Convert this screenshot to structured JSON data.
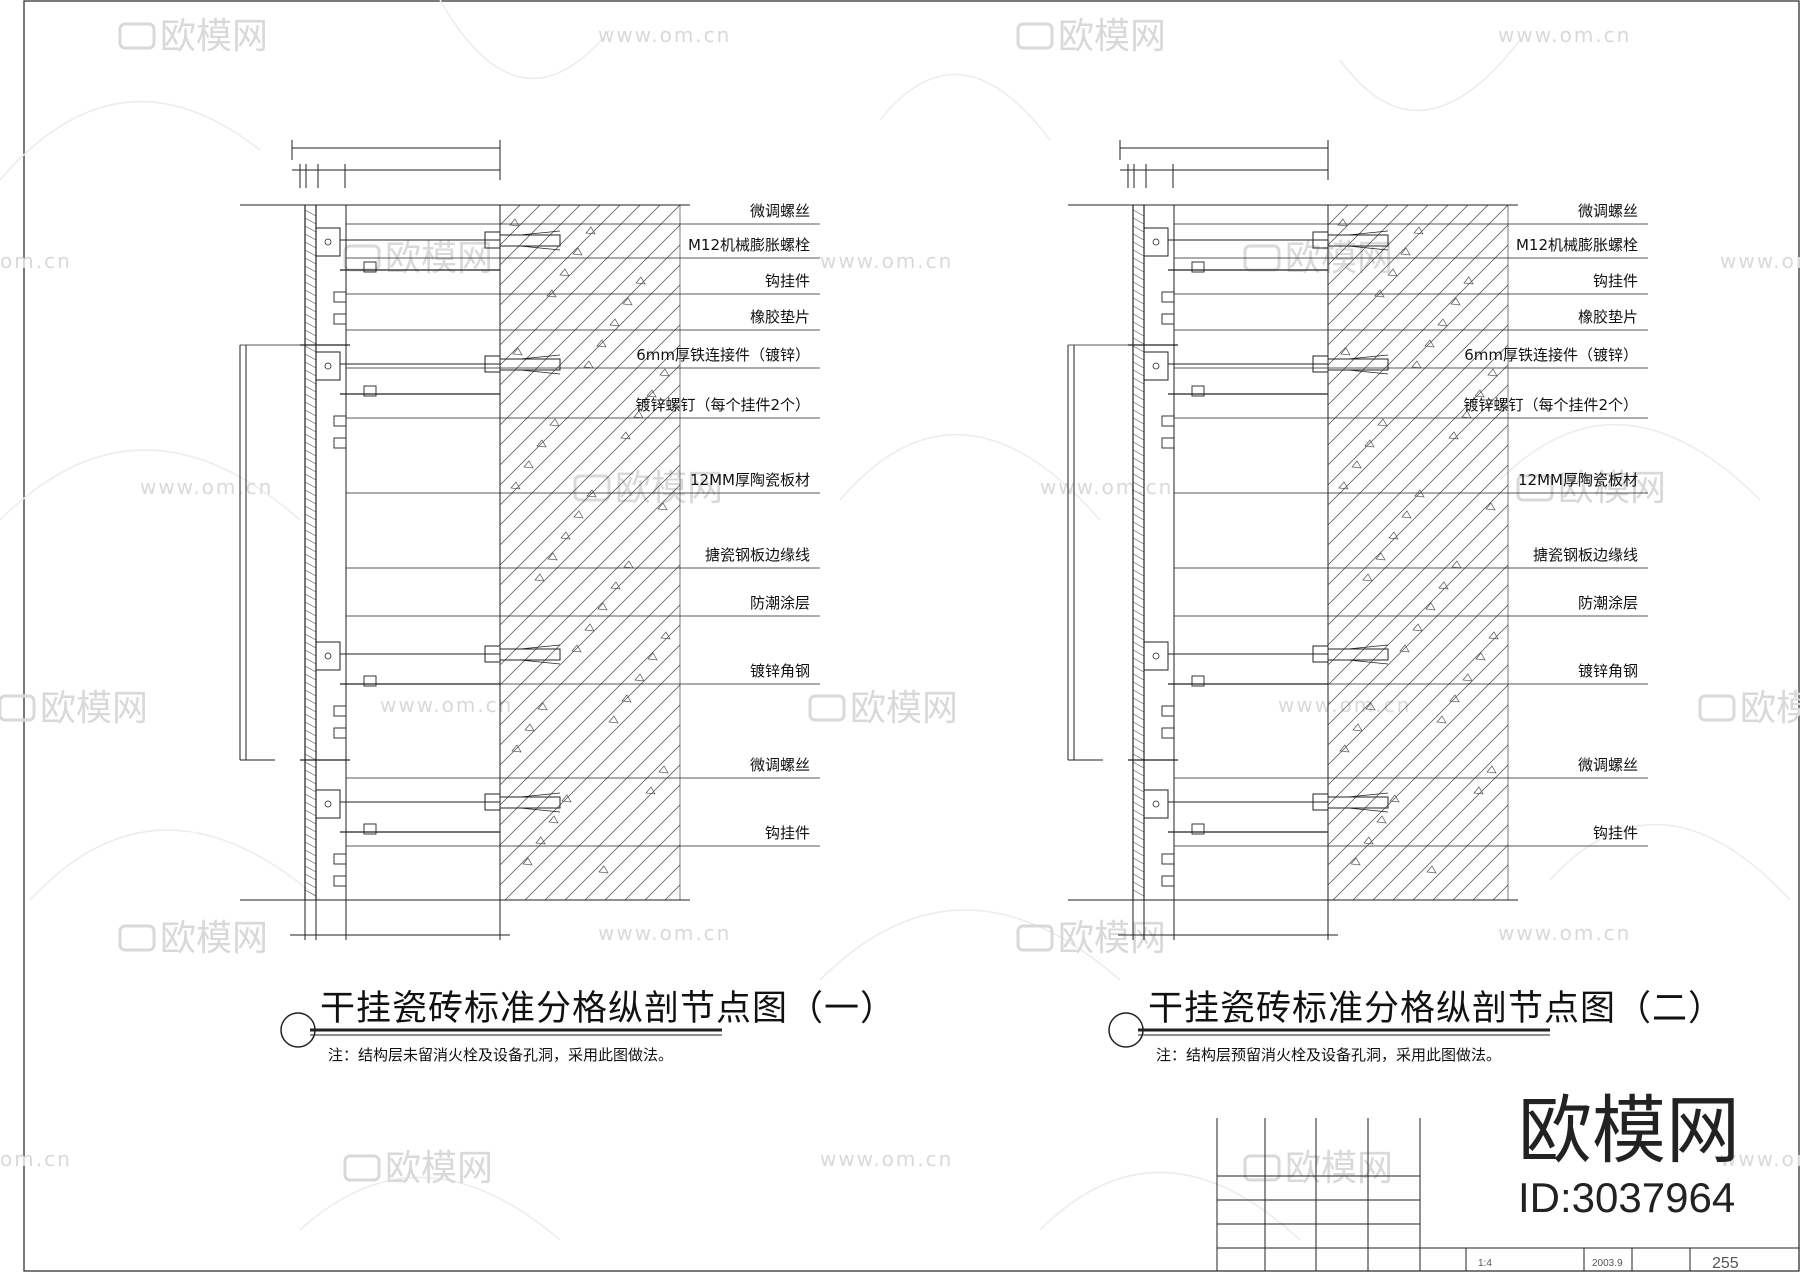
{
  "drawing": {
    "details": [
      {
        "title": "干挂瓷砖标准分格纵剖节点图（一）",
        "note": "注：结构层未留消火栓及设备孔洞，采用此图做法。",
        "labels": [
          "微调螺丝",
          "M12机械膨胀螺栓",
          "钩挂件",
          "橡胶垫片",
          "6mm厚铁连接件（镀锌）",
          "镀锌螺钉（每个挂件2个）",
          "12MM厚陶瓷板材",
          "搪瓷钢板边缘线",
          "防潮涂层",
          "镀锌角钢",
          "微调螺丝",
          "钩挂件"
        ]
      },
      {
        "title": "干挂瓷砖标准分格纵剖节点图（二）",
        "note": "注：结构层预留消火栓及设备孔洞，采用此图做法。",
        "labels": [
          "微调螺丝",
          "M12机械膨胀螺栓",
          "钩挂件",
          "橡胶垫片",
          "6mm厚铁连接件（镀锌）",
          "镀锌螺钉（每个挂件2个）",
          "12MM厚陶瓷板材",
          "搪瓷钢板边缘线",
          "防潮涂层",
          "镀锌角钢",
          "微调螺丝",
          "钩挂件"
        ]
      }
    ],
    "title_block": {
      "scale": "1:4",
      "date": "2003.9",
      "sheet_number": "255"
    }
  },
  "watermark": {
    "logo_text": "欧模网",
    "url_text": "www.om.cn",
    "url_partial": "om.cn",
    "big_logo": "欧模网",
    "id_text": "ID:3037964"
  }
}
